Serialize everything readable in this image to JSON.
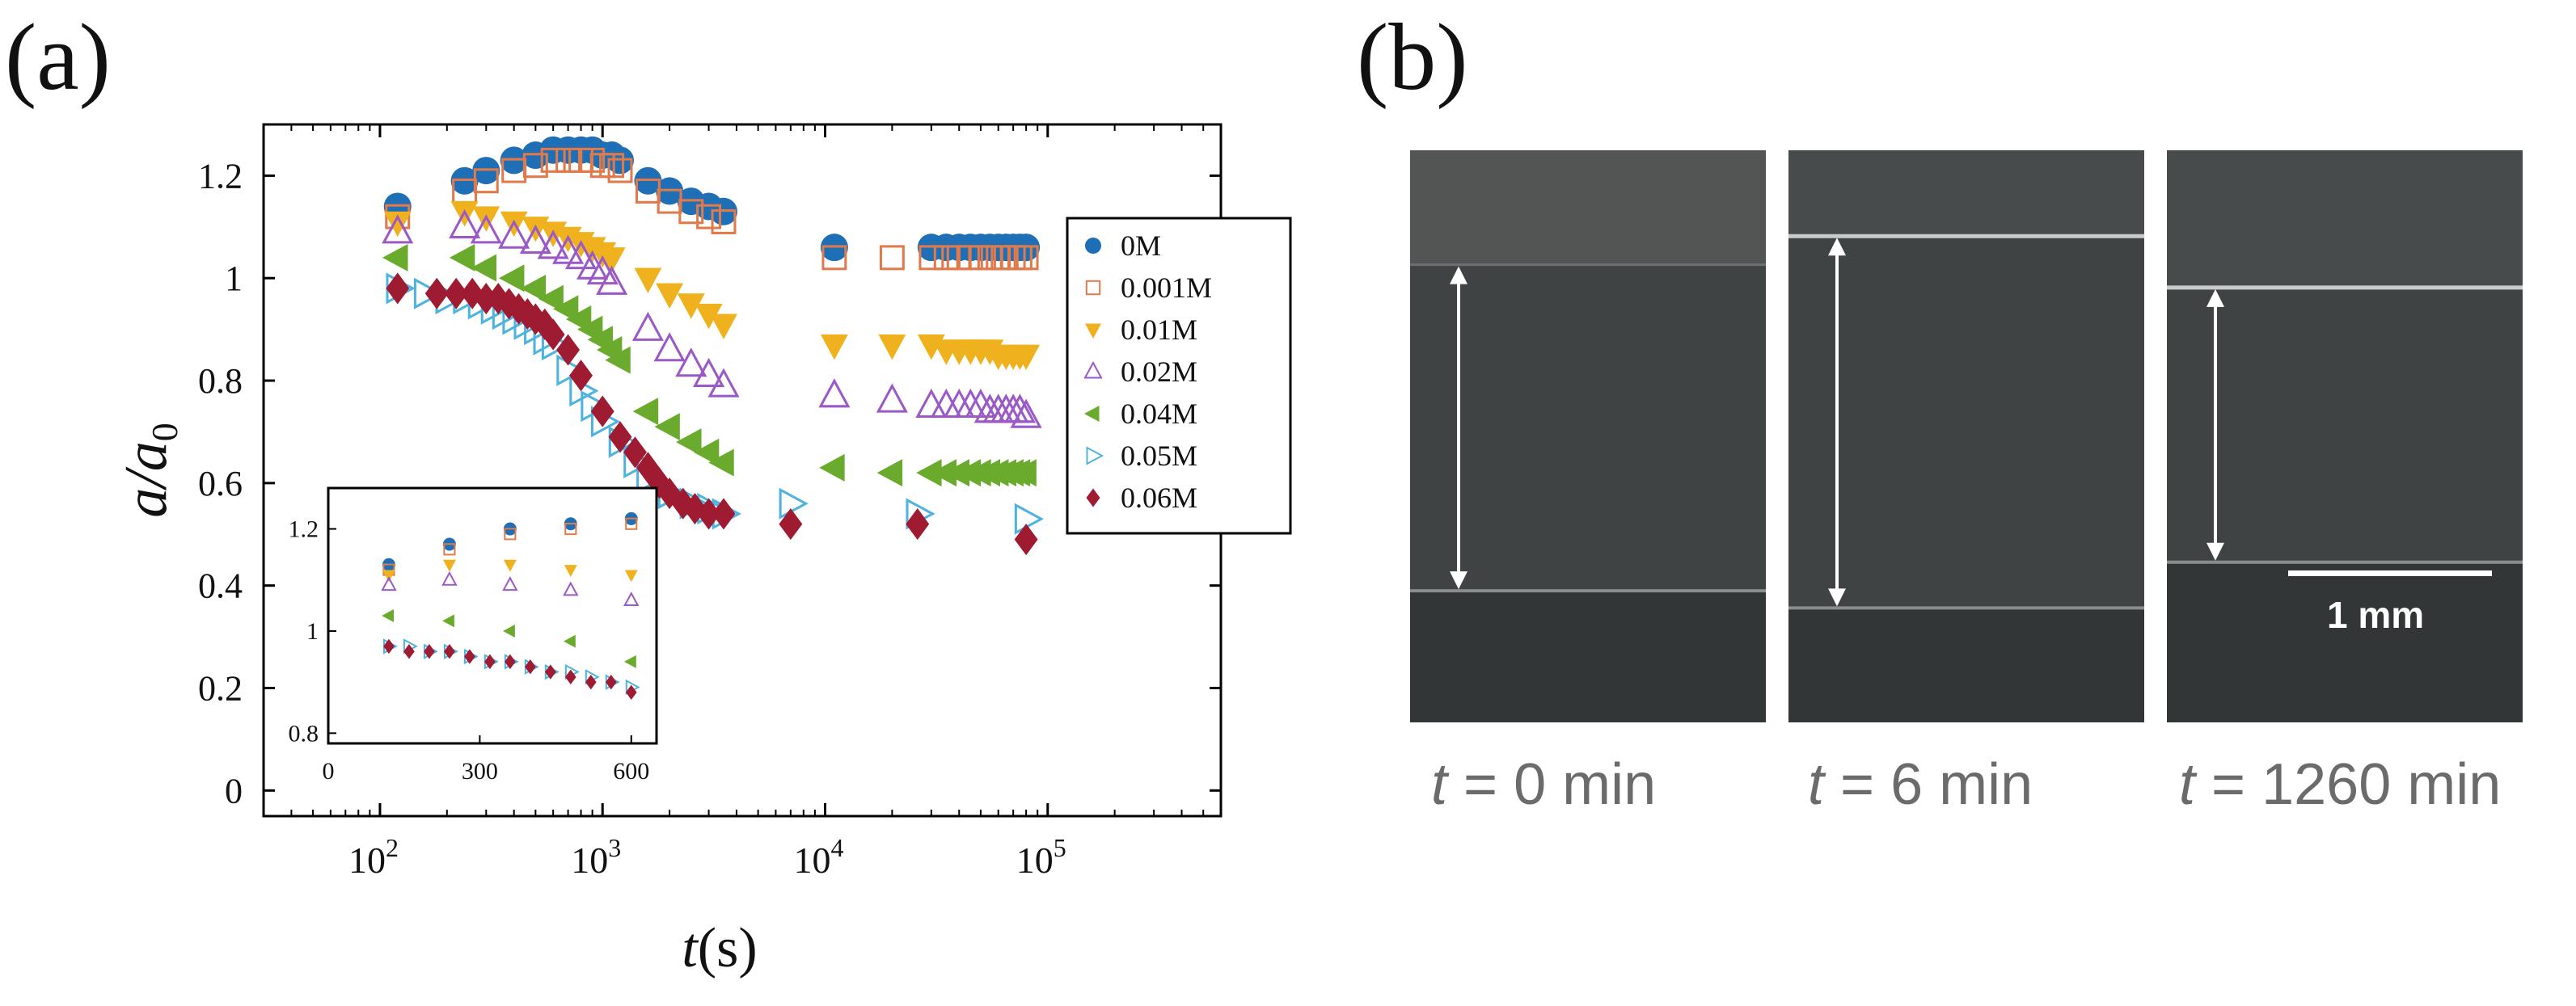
{
  "panel_a_label": "(a)",
  "panel_b_label": "(b)",
  "chart_data": [
    {
      "type": "scatter",
      "xlabel_var": "t",
      "xlabel_unit": "(s)",
      "ylabel": "a/a0",
      "xscale": "log",
      "xlim": [
        30,
        600000
      ],
      "ylim": [
        -0.05,
        1.3
      ],
      "x_ticks": [
        {
          "value": 100,
          "base": "10",
          "exp": "2"
        },
        {
          "value": 1000,
          "base": "10",
          "exp": "3"
        },
        {
          "value": 10000,
          "base": "10",
          "exp": "4"
        },
        {
          "value": 100000,
          "base": "10",
          "exp": "5"
        }
      ],
      "y_ticks": [
        {
          "value": 0,
          "label": "0"
        },
        {
          "value": 0.2,
          "label": "0.2"
        },
        {
          "value": 0.4,
          "label": "0.4"
        },
        {
          "value": 0.6,
          "label": "0.6"
        },
        {
          "value": 0.8,
          "label": "0.8"
        },
        {
          "value": 1.0,
          "label": "1"
        },
        {
          "value": 1.2,
          "label": "1.2"
        }
      ],
      "legend_position": "right",
      "series": [
        {
          "name": "0M",
          "marker": "circle",
          "color": "#1f6fb6",
          "filled": true,
          "x": [
            120,
            240,
            300,
            400,
            500,
            600,
            700,
            800,
            900,
            1000,
            1100,
            1200,
            1600,
            2000,
            2500,
            3000,
            3500,
            11000,
            30000,
            35000,
            40000,
            45000,
            50000,
            55000,
            60000,
            65000,
            70000,
            75000,
            80000
          ],
          "y": [
            1.14,
            1.19,
            1.21,
            1.23,
            1.24,
            1.25,
            1.25,
            1.25,
            1.25,
            1.24,
            1.24,
            1.23,
            1.19,
            1.17,
            1.15,
            1.14,
            1.13,
            1.06,
            1.06,
            1.06,
            1.06,
            1.06,
            1.06,
            1.06,
            1.06,
            1.06,
            1.06,
            1.06,
            1.06
          ]
        },
        {
          "name": "0.001M",
          "marker": "square",
          "color": "#e07a4a",
          "filled": false,
          "x": [
            120,
            240,
            300,
            400,
            500,
            600,
            700,
            800,
            900,
            1000,
            1100,
            1200,
            1600,
            2000,
            2500,
            3000,
            3500,
            11000,
            20000,
            30000,
            35000,
            40000,
            45000,
            50000,
            55000,
            60000,
            65000,
            70000,
            75000,
            80000
          ],
          "y": [
            1.12,
            1.17,
            1.19,
            1.21,
            1.22,
            1.23,
            1.23,
            1.23,
            1.23,
            1.22,
            1.22,
            1.21,
            1.17,
            1.15,
            1.13,
            1.12,
            1.11,
            1.04,
            1.04,
            1.04,
            1.04,
            1.04,
            1.04,
            1.04,
            1.04,
            1.04,
            1.04,
            1.04,
            1.04,
            1.04
          ]
        },
        {
          "name": "0.01M",
          "marker": "triangle-down",
          "color": "#efb21e",
          "filled": true,
          "x": [
            120,
            240,
            300,
            400,
            500,
            600,
            700,
            800,
            900,
            1000,
            1100,
            1600,
            2000,
            2500,
            3000,
            3500,
            11000,
            20000,
            30000,
            35000,
            40000,
            45000,
            50000,
            55000,
            60000,
            65000,
            70000,
            75000,
            80000
          ],
          "y": [
            1.11,
            1.13,
            1.12,
            1.11,
            1.1,
            1.09,
            1.08,
            1.07,
            1.06,
            1.05,
            1.04,
            1.0,
            0.97,
            0.95,
            0.93,
            0.91,
            0.87,
            0.87,
            0.87,
            0.86,
            0.86,
            0.86,
            0.86,
            0.86,
            0.85,
            0.85,
            0.85,
            0.85,
            0.85
          ]
        },
        {
          "name": "0.02M",
          "marker": "triangle-up",
          "color": "#9b59c6",
          "filled": false,
          "x": [
            120,
            240,
            300,
            400,
            500,
            600,
            700,
            800,
            900,
            1000,
            1100,
            1600,
            2000,
            2500,
            3000,
            3500,
            11000,
            20000,
            30000,
            35000,
            40000,
            45000,
            50000,
            55000,
            60000,
            65000,
            70000,
            75000,
            80000
          ],
          "y": [
            1.09,
            1.1,
            1.09,
            1.08,
            1.07,
            1.06,
            1.05,
            1.04,
            1.02,
            1.01,
            0.99,
            0.9,
            0.86,
            0.83,
            0.81,
            0.79,
            0.77,
            0.76,
            0.75,
            0.75,
            0.75,
            0.75,
            0.75,
            0.74,
            0.74,
            0.74,
            0.74,
            0.74,
            0.73
          ]
        },
        {
          "name": "0.04M",
          "marker": "triangle-left",
          "color": "#6aab2e",
          "filled": true,
          "x": [
            120,
            240,
            300,
            400,
            500,
            600,
            700,
            800,
            900,
            1000,
            1100,
            1200,
            1600,
            2000,
            2500,
            3000,
            3500,
            11000,
            20000,
            30000,
            35000,
            40000,
            45000,
            50000,
            55000,
            60000,
            65000,
            70000,
            75000,
            80000
          ],
          "y": [
            1.04,
            1.04,
            1.02,
            1.0,
            0.98,
            0.96,
            0.94,
            0.92,
            0.9,
            0.88,
            0.86,
            0.84,
            0.74,
            0.71,
            0.68,
            0.66,
            0.64,
            0.63,
            0.62,
            0.62,
            0.62,
            0.62,
            0.62,
            0.62,
            0.62,
            0.62,
            0.62,
            0.62,
            0.62,
            0.62
          ]
        },
        {
          "name": "0.05M",
          "marker": "triangle-right",
          "color": "#4fb3e0",
          "filled": false,
          "x": [
            120,
            160,
            200,
            240,
            280,
            320,
            360,
            400,
            450,
            500,
            550,
            600,
            700,
            800,
            900,
            1000,
            1200,
            1400,
            1600,
            2000,
            2500,
            3000,
            3500,
            7000,
            26000,
            80000
          ],
          "y": [
            0.98,
            0.97,
            0.96,
            0.96,
            0.95,
            0.94,
            0.93,
            0.92,
            0.91,
            0.9,
            0.88,
            0.87,
            0.82,
            0.78,
            0.75,
            0.72,
            0.68,
            0.64,
            0.61,
            0.58,
            0.56,
            0.55,
            0.54,
            0.56,
            0.54,
            0.53
          ]
        },
        {
          "name": "0.06M",
          "marker": "diamond",
          "color": "#9e1b32",
          "filled": true,
          "x": [
            120,
            180,
            220,
            260,
            300,
            340,
            380,
            420,
            460,
            500,
            550,
            600,
            700,
            800,
            1000,
            1200,
            1400,
            1600,
            1800,
            2000,
            2300,
            2600,
            3000,
            3500,
            7000,
            26000,
            80000
          ],
          "y": [
            0.98,
            0.97,
            0.97,
            0.97,
            0.96,
            0.96,
            0.95,
            0.94,
            0.93,
            0.92,
            0.91,
            0.89,
            0.86,
            0.81,
            0.74,
            0.69,
            0.66,
            0.63,
            0.6,
            0.58,
            0.56,
            0.55,
            0.54,
            0.54,
            0.52,
            0.52,
            0.49
          ]
        }
      ]
    },
    {
      "type": "scatter",
      "xlim": [
        0,
        650
      ],
      "ylim": [
        0.78,
        1.28
      ],
      "x_ticks": [
        {
          "value": 0,
          "label": "0"
        },
        {
          "value": 300,
          "label": "300"
        },
        {
          "value": 600,
          "label": "600"
        }
      ],
      "y_ticks": [
        {
          "value": 0.8,
          "label": "0.8"
        },
        {
          "value": 1.0,
          "label": "1"
        },
        {
          "value": 1.2,
          "label": "1.2"
        }
      ],
      "series": [
        {
          "name": "0M",
          "x": [
            120,
            240,
            360,
            480,
            600
          ],
          "y": [
            1.13,
            1.17,
            1.2,
            1.21,
            1.22
          ]
        },
        {
          "name": "0.001M",
          "x": [
            120,
            240,
            360,
            480,
            600
          ],
          "y": [
            1.12,
            1.16,
            1.19,
            1.2,
            1.21
          ]
        },
        {
          "name": "0.01M",
          "x": [
            120,
            240,
            360,
            480,
            600
          ],
          "y": [
            1.11,
            1.13,
            1.13,
            1.12,
            1.11
          ]
        },
        {
          "name": "0.02M",
          "x": [
            120,
            240,
            360,
            480,
            600
          ],
          "y": [
            1.09,
            1.1,
            1.09,
            1.08,
            1.06
          ]
        },
        {
          "name": "0.04M",
          "x": [
            120,
            240,
            360,
            480,
            600
          ],
          "y": [
            1.03,
            1.02,
            1.0,
            0.98,
            0.94
          ]
        },
        {
          "name": "0.05M",
          "x": [
            120,
            160,
            200,
            240,
            280,
            320,
            360,
            400,
            440,
            480,
            520,
            560,
            600
          ],
          "y": [
            0.97,
            0.97,
            0.96,
            0.96,
            0.95,
            0.94,
            0.94,
            0.93,
            0.92,
            0.92,
            0.91,
            0.9,
            0.89
          ]
        },
        {
          "name": "0.06M",
          "x": [
            120,
            160,
            200,
            240,
            280,
            320,
            360,
            400,
            440,
            480,
            520,
            560,
            600
          ],
          "y": [
            0.97,
            0.96,
            0.96,
            0.96,
            0.95,
            0.94,
            0.94,
            0.93,
            0.92,
            0.91,
            0.9,
            0.9,
            0.88
          ]
        }
      ]
    }
  ],
  "photos": [
    {
      "caption_var": "t",
      "caption_rest": " = 0 min",
      "band_top_frac": 0.2,
      "band_bottom_frac": 0.77
    },
    {
      "caption_var": "t",
      "caption_rest": " = 6 min",
      "band_top_frac": 0.15,
      "band_bottom_frac": 0.8
    },
    {
      "caption_var": "t",
      "caption_rest": " = 1260 min",
      "band_top_frac": 0.24,
      "band_bottom_frac": 0.72
    }
  ],
  "scale_bar_label": "1 mm"
}
